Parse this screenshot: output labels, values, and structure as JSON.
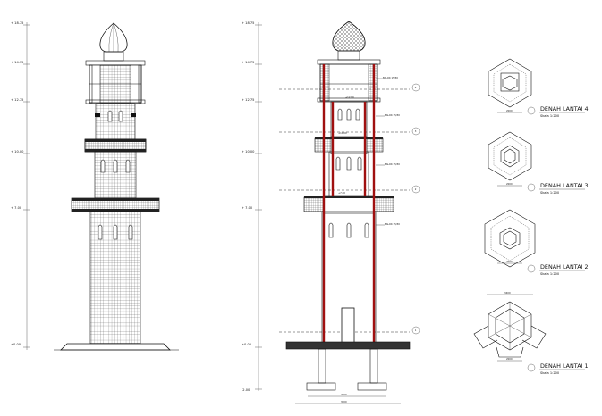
{
  "drawing": {
    "elevation_levels": {
      "top": "+ 18.75",
      "l5": "+ 14.75",
      "l4": "+ 12.75",
      "l3": "+ 10.00",
      "l2": "+ 7.00",
      "ground": "±0.00",
      "foundation": "-2.00"
    },
    "section_tags": {
      "t1": "BALOK 15/30",
      "t2": "+12.80",
      "t3": "BALOK 15/30",
      "t4": "+10.00",
      "t5": "BALOK 15/30",
      "t6": "+7.00",
      "t7": "BALOK 15/30"
    },
    "grid_markers": [
      "4",
      "3",
      "2",
      "1"
    ],
    "plans": [
      {
        "title": "DENAH LANTAI 4",
        "scale": "Skala 1:200"
      },
      {
        "title": "DENAH LANTAI 3",
        "scale": "Skala 1:200"
      },
      {
        "title": "DENAH LANTAI 2",
        "scale": "Skala 1:200"
      },
      {
        "title": "DENAH LANTAI 1",
        "scale": "Skala 1:200"
      }
    ],
    "dims": {
      "base_inner": "2000",
      "base_outer": "3000",
      "p4": "2000",
      "p3": "2000",
      "p2": "2000",
      "p1_top": "3400",
      "p1_bot": "2000"
    },
    "colors": {
      "line": "#111111",
      "column": "#a01010",
      "paper": "#ffffff"
    }
  }
}
